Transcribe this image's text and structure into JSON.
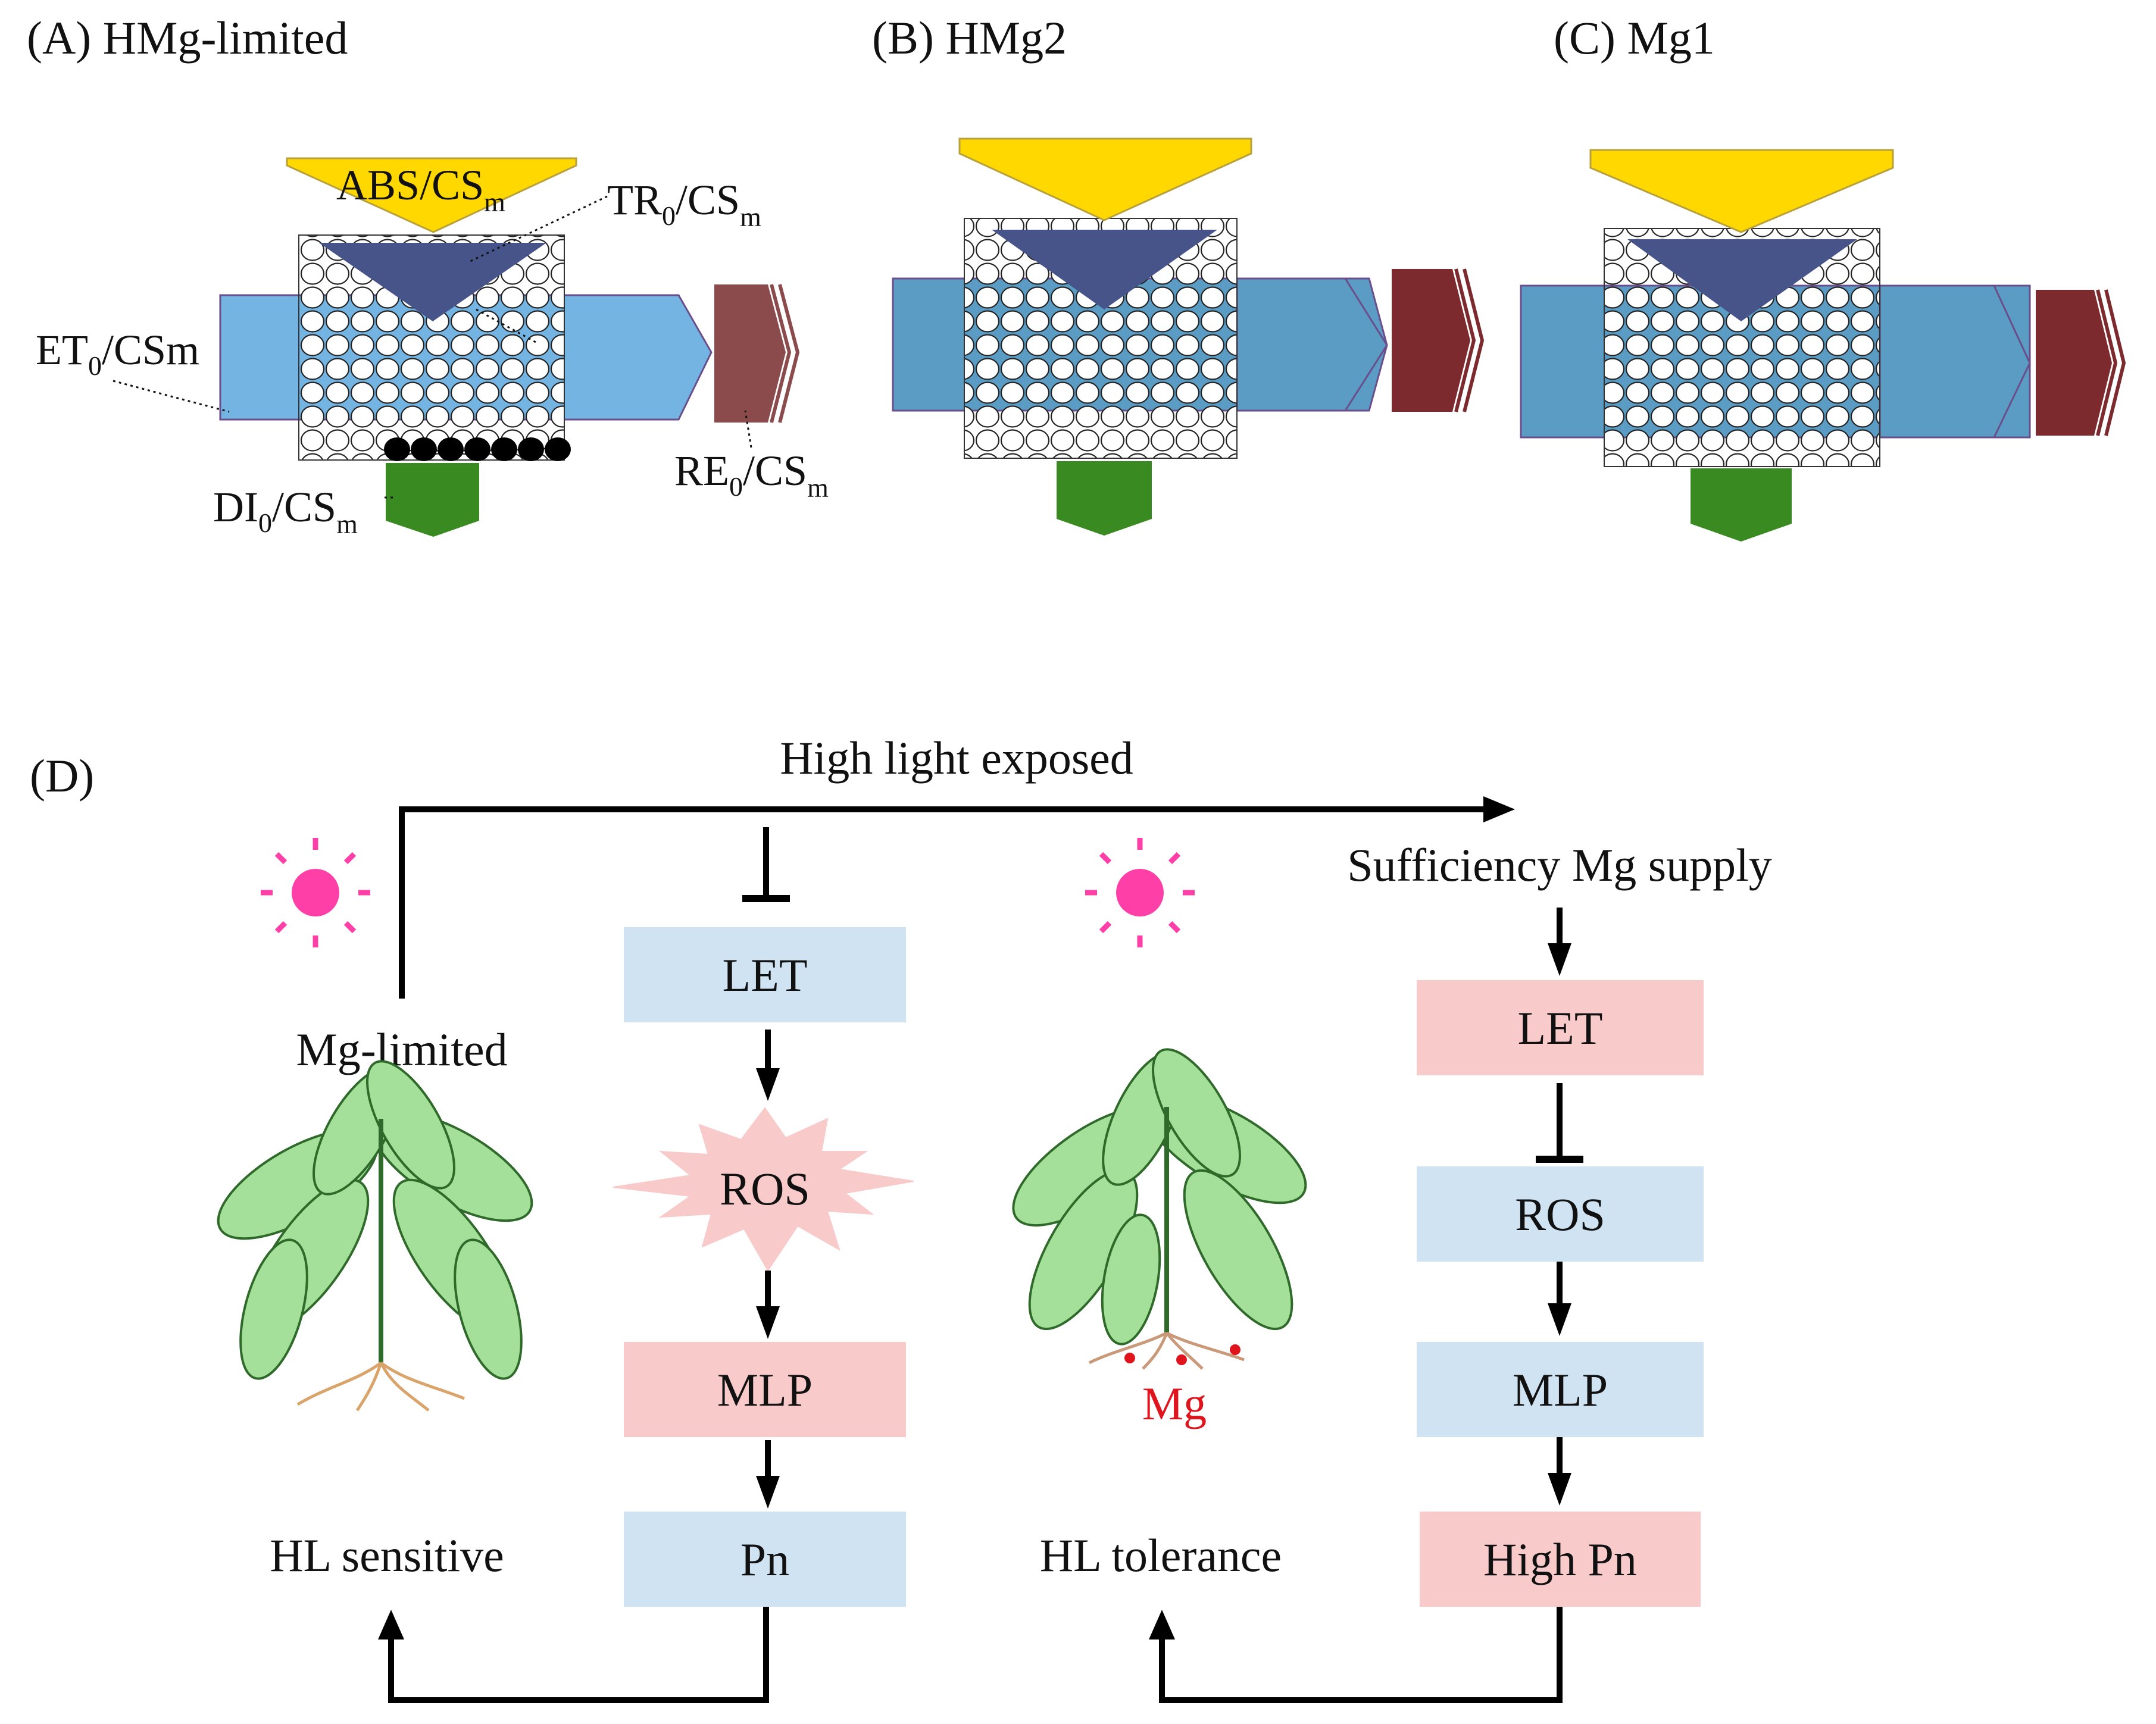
{
  "panels": [
    {
      "title": "(A) HMg-limited",
      "labels": {
        "abs": "ABS/CS",
        "abs_sub": "m",
        "tr": "TR",
        "tr_sub0": "0",
        "tr_rest": "/CS",
        "tr_sub": "m",
        "et": "ET",
        "et_sub0": "0",
        "et_rest": "/CSm",
        "di": "DI",
        "di_sub0": "0",
        "di_rest": "/CS",
        "di_sub": "m",
        "re": "RE",
        "re_sub0": "0",
        "re_rest": "/CS",
        "re_sub": "m"
      }
    },
    {
      "title": "(B) HMg2"
    },
    {
      "title": "(C) Mg1"
    }
  ],
  "panel_d": {
    "label": "(D)",
    "top_arrow_label": "High light exposed",
    "left": {
      "condition": "Mg-limited",
      "outcome": "HL sensitive",
      "boxes": [
        "LET",
        "ROS",
        "MLP",
        "Pn"
      ]
    },
    "right": {
      "condition": "Sufficiency Mg supply",
      "outcome": "HL tolerance",
      "root_label": "Mg",
      "boxes": [
        "LET",
        "ROS",
        "MLP",
        "High Pn"
      ]
    }
  },
  "colors": {
    "abs_yellow": "#ffd800",
    "tr_blue": "#46548a",
    "et_blue_a": "#74b4e2",
    "et_blue_bc": "#5b9cc5",
    "di_green": "#3a8a22",
    "re_a": "#8b4a4b",
    "re_bc": "#7d2a2e",
    "box_blue": "#cfe3f2",
    "box_pink": "#f9caca",
    "sun_pink": "#ff3fa8",
    "mg_red": "#e0141c",
    "leaf_green": "#a4e09a"
  }
}
